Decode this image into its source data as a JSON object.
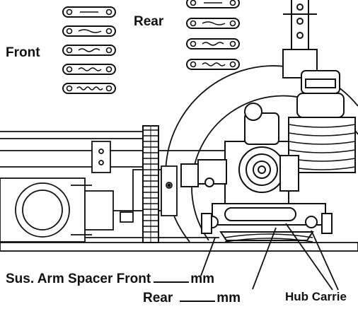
{
  "labels": {
    "front": "Front",
    "rear": "Rear",
    "spacer_front_prefix": "Sus. Arm Spacer Front",
    "spacer_front_unit": "mm",
    "spacer_rear_prefix": "Rear",
    "spacer_rear_unit": "mm",
    "hub_carrier": "Hub Carrie"
  },
  "icons": [
    "front-spacer-link-icon",
    "rear-spacer-link-icon",
    "hub-carrier-assembly",
    "shock-absorber",
    "spur-gear",
    "wheel-outline",
    "motor"
  ],
  "colors": {
    "line": "#111111",
    "background": "#ffffff"
  }
}
